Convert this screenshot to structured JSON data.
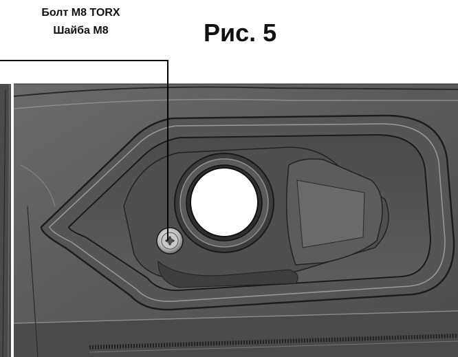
{
  "figure": {
    "title": "Рис. 5"
  },
  "callout": {
    "line1": "Болт М8 TORX",
    "line2": "Шайба М8"
  },
  "colors": {
    "panel": "#5f5f5f",
    "panel_dark": "#3a3a3a",
    "edge": "#1c1c1c",
    "highlight": "#9a9a9a",
    "hole": "#ffffff"
  },
  "icons": {
    "bolt": "torx-bolt-icon"
  }
}
